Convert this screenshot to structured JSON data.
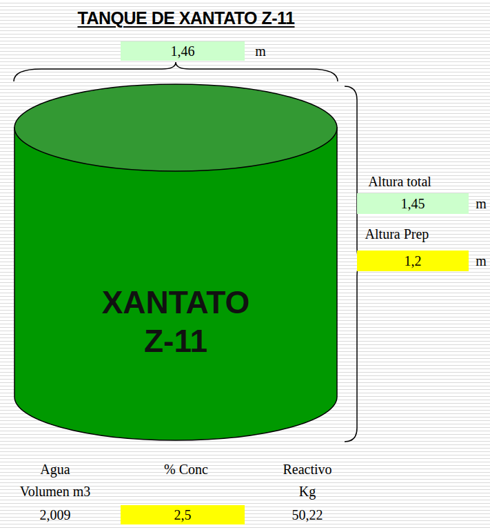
{
  "diagram": {
    "title": "TANQUE DE XANTATO Z-11",
    "nodes": [
      {
        "text": [
          "1,46"
        ]
      },
      {
        "text": [
          "XANTATO Z-11"
        ]
      },
      {
        "text": [
          "1,45"
        ]
      },
      {
        "text": [
          "1,2"
        ]
      },
      {
        "text": [
          "2,5"
        ]
      }
    ],
    "labels": [
      "m",
      "Altura total",
      "m",
      "Altura Prep",
      "m",
      "Agua",
      "% Conc",
      "Reactivo",
      "Volumen m3",
      "Kg",
      "2,009",
      "50,22"
    ]
  }
}
